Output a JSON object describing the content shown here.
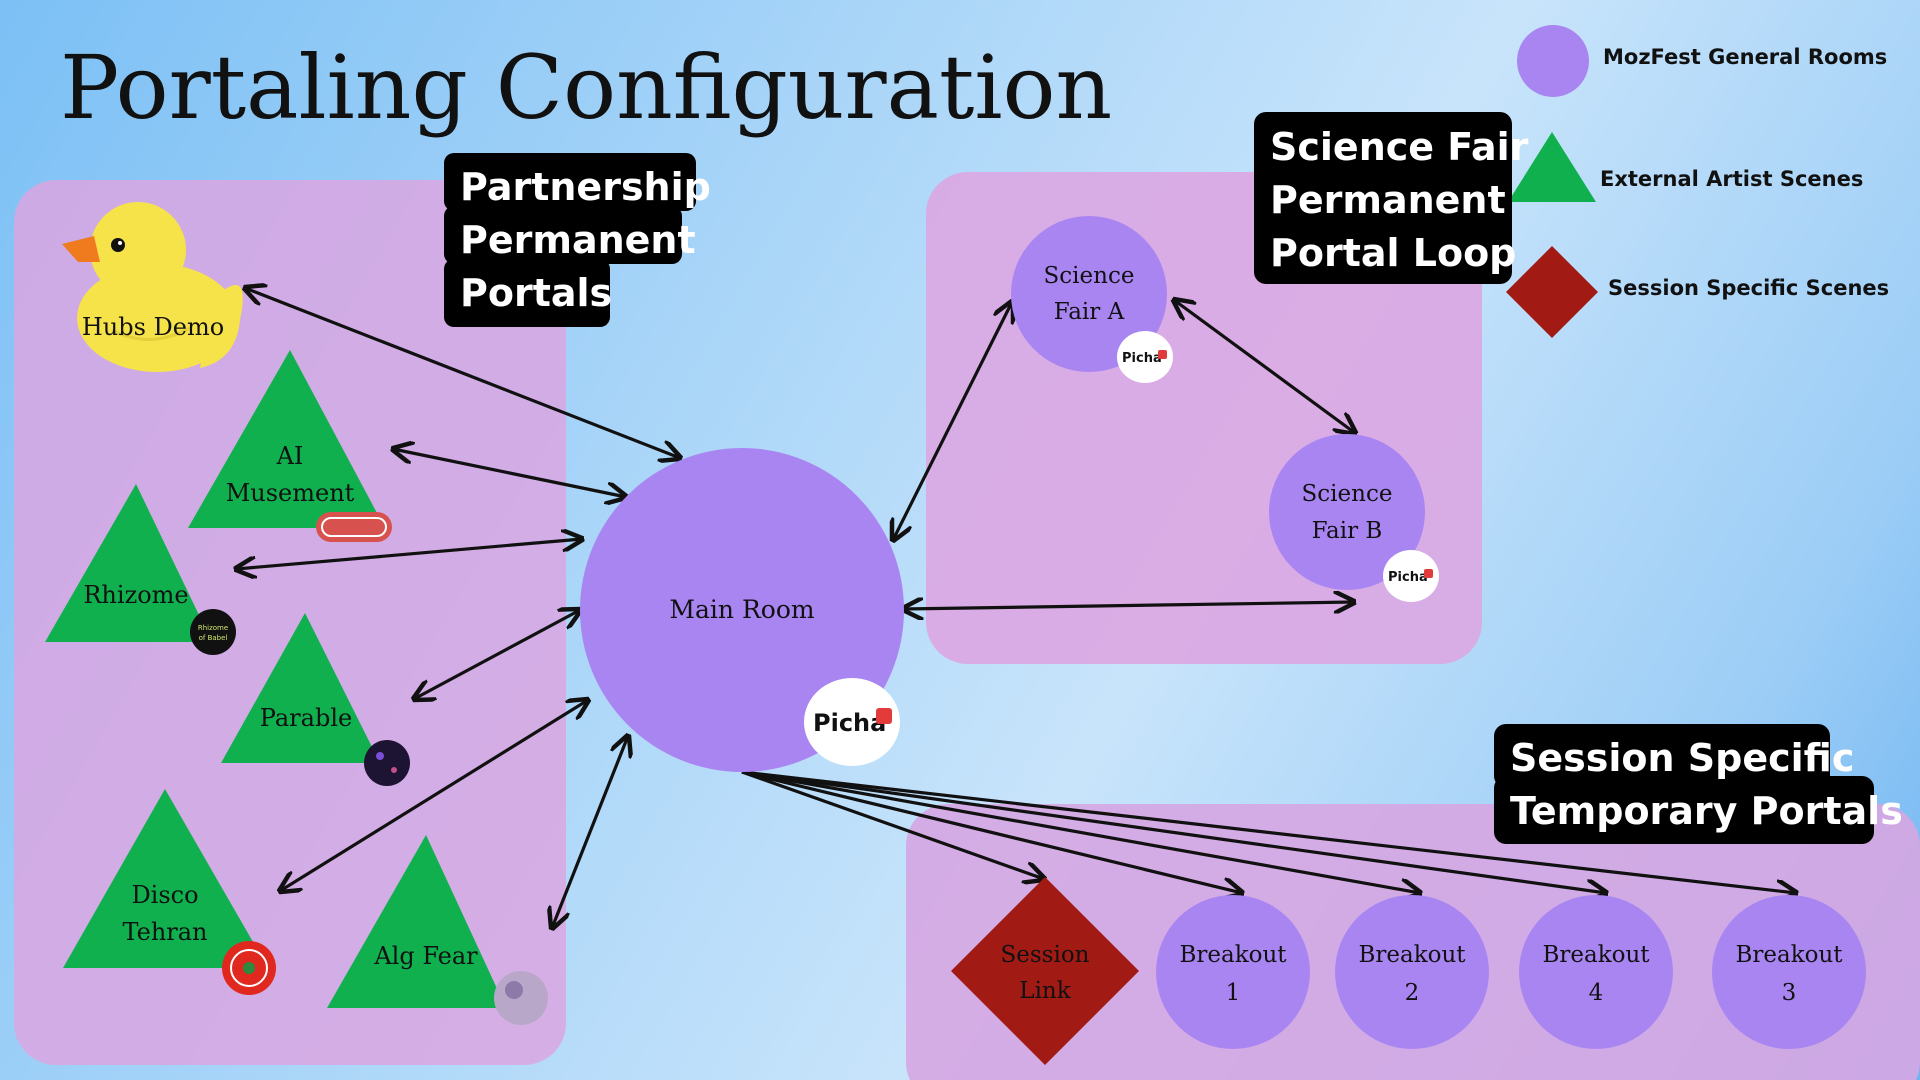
{
  "title": "Portaling Configuration",
  "legend": {
    "general_rooms": "MozFest General Rooms",
    "artist_scenes": "External Artist Scenes",
    "session_scenes": "Session Specific Scenes"
  },
  "groups": {
    "partnership": [
      "Partnership",
      "Permanent",
      "Portals"
    ],
    "science_fair": [
      "Science Fair",
      "Permanent",
      "Portal Loop"
    ],
    "session": [
      "Session Specific",
      "Temporary Portals"
    ]
  },
  "nodes": {
    "main_room": "Main Room",
    "hubs_demo": "Hubs Demo",
    "ai_musement": [
      "AI",
      "Musement"
    ],
    "rhizome": "Rhizome",
    "parable": "Parable",
    "disco_tehran": [
      "Disco",
      "Tehran"
    ],
    "alg_fear": "Alg Fear",
    "science_fair_a": [
      "Science",
      "Fair A"
    ],
    "science_fair_b": [
      "Science",
      "Fair B"
    ],
    "session_link": [
      "Session",
      "Link"
    ],
    "breakout_1": [
      "Breakout",
      "1"
    ],
    "breakout_2": [
      "Breakout",
      "2"
    ],
    "breakout_4": [
      "Breakout",
      "4"
    ],
    "breakout_3": [
      "Breakout",
      "3"
    ]
  },
  "badges": {
    "picha": "Picha",
    "rhizome_babel": [
      "Rhizome",
      "of Babel"
    ]
  },
  "colors": {
    "room": "#a985f2",
    "artist": "#11b04f",
    "session": "#a11a14",
    "panel": "#dba6e2",
    "label_box": "#000000"
  }
}
